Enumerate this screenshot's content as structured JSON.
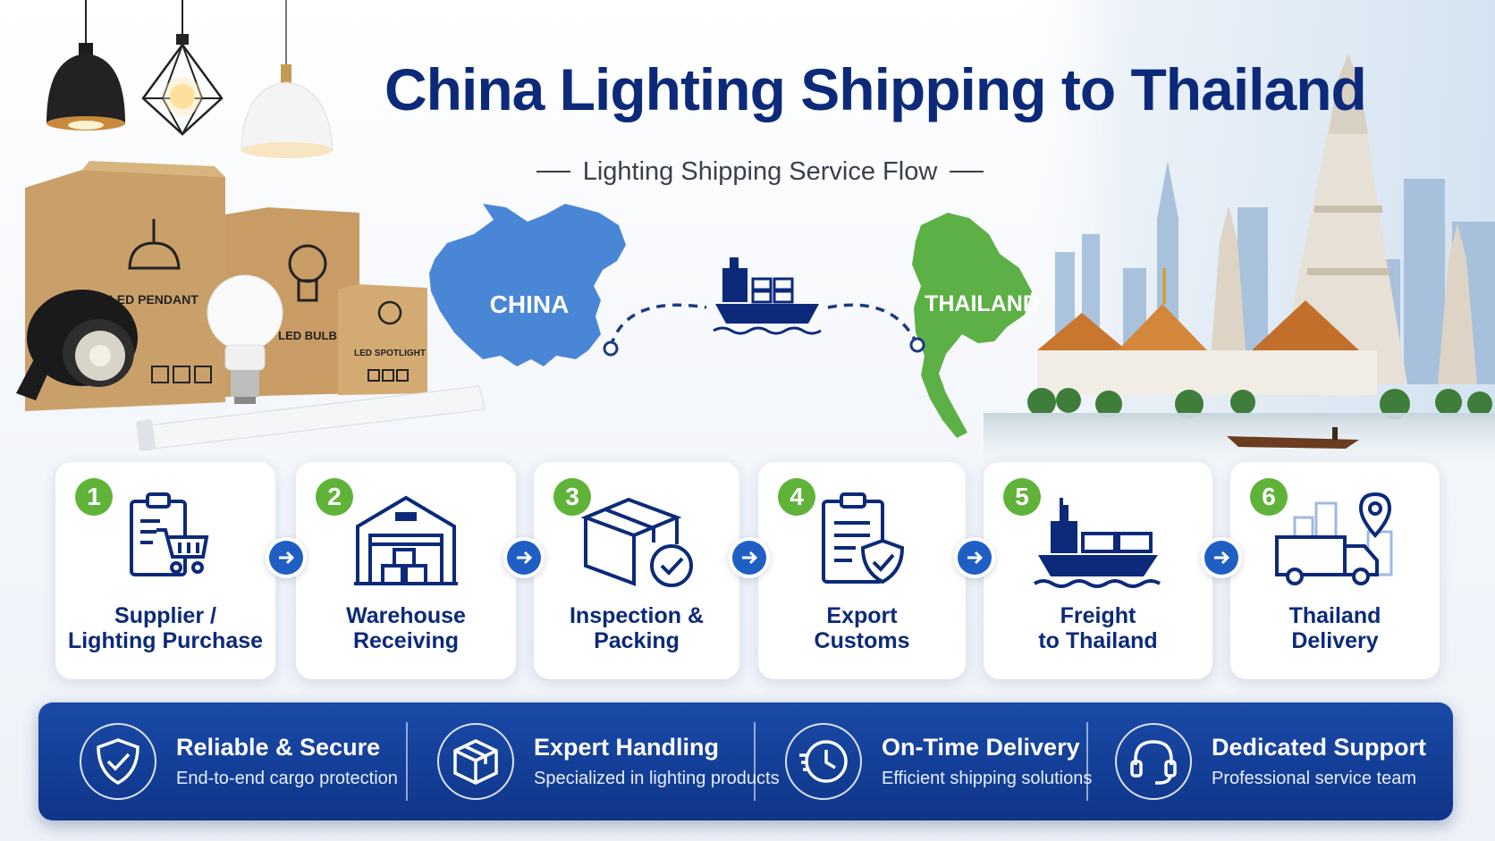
{
  "title": "China Lighting Shipping to Thailand",
  "subtitle": "Lighting Shipping Service Flow",
  "boxes": {
    "pendant": "LED PENDANT",
    "bulb": "LED BULB",
    "spotlight": "LED SPOTLIGHT"
  },
  "route": {
    "origin": "CHINA",
    "destination": "THAILAND"
  },
  "steps": [
    {
      "number": "1",
      "label": "Supplier /\nLighting Purchase",
      "icon": "clipboard-cart-icon"
    },
    {
      "number": "2",
      "label": "Warehouse\nReceiving",
      "icon": "warehouse-icon"
    },
    {
      "number": "3",
      "label": "Inspection &\nPacking",
      "icon": "box-check-icon"
    },
    {
      "number": "4",
      "label": "Export\nCustoms",
      "icon": "clipboard-shield-icon"
    },
    {
      "number": "5",
      "label": "Freight\nto Thailand",
      "icon": "cargo-ship-icon"
    },
    {
      "number": "6",
      "label": "Thailand\nDelivery",
      "icon": "delivery-truck-icon"
    }
  ],
  "features": [
    {
      "title": "Reliable & Secure",
      "desc": "End-to-end cargo protection",
      "icon": "shield-check-icon"
    },
    {
      "title": "Expert Handling",
      "desc": "Specialized in lighting products",
      "icon": "package-icon"
    },
    {
      "title": "On-Time Delivery",
      "desc": "Efficient shipping solutions",
      "icon": "clock-speed-icon"
    },
    {
      "title": "Dedicated Support",
      "desc": "Professional service team",
      "icon": "headset-icon"
    }
  ],
  "colors": {
    "navy": "#0c2a79",
    "blue": "#1f5fc4",
    "green": "#5fb339",
    "china_map": "#4a86d6",
    "thailand_map": "#5cb045"
  }
}
